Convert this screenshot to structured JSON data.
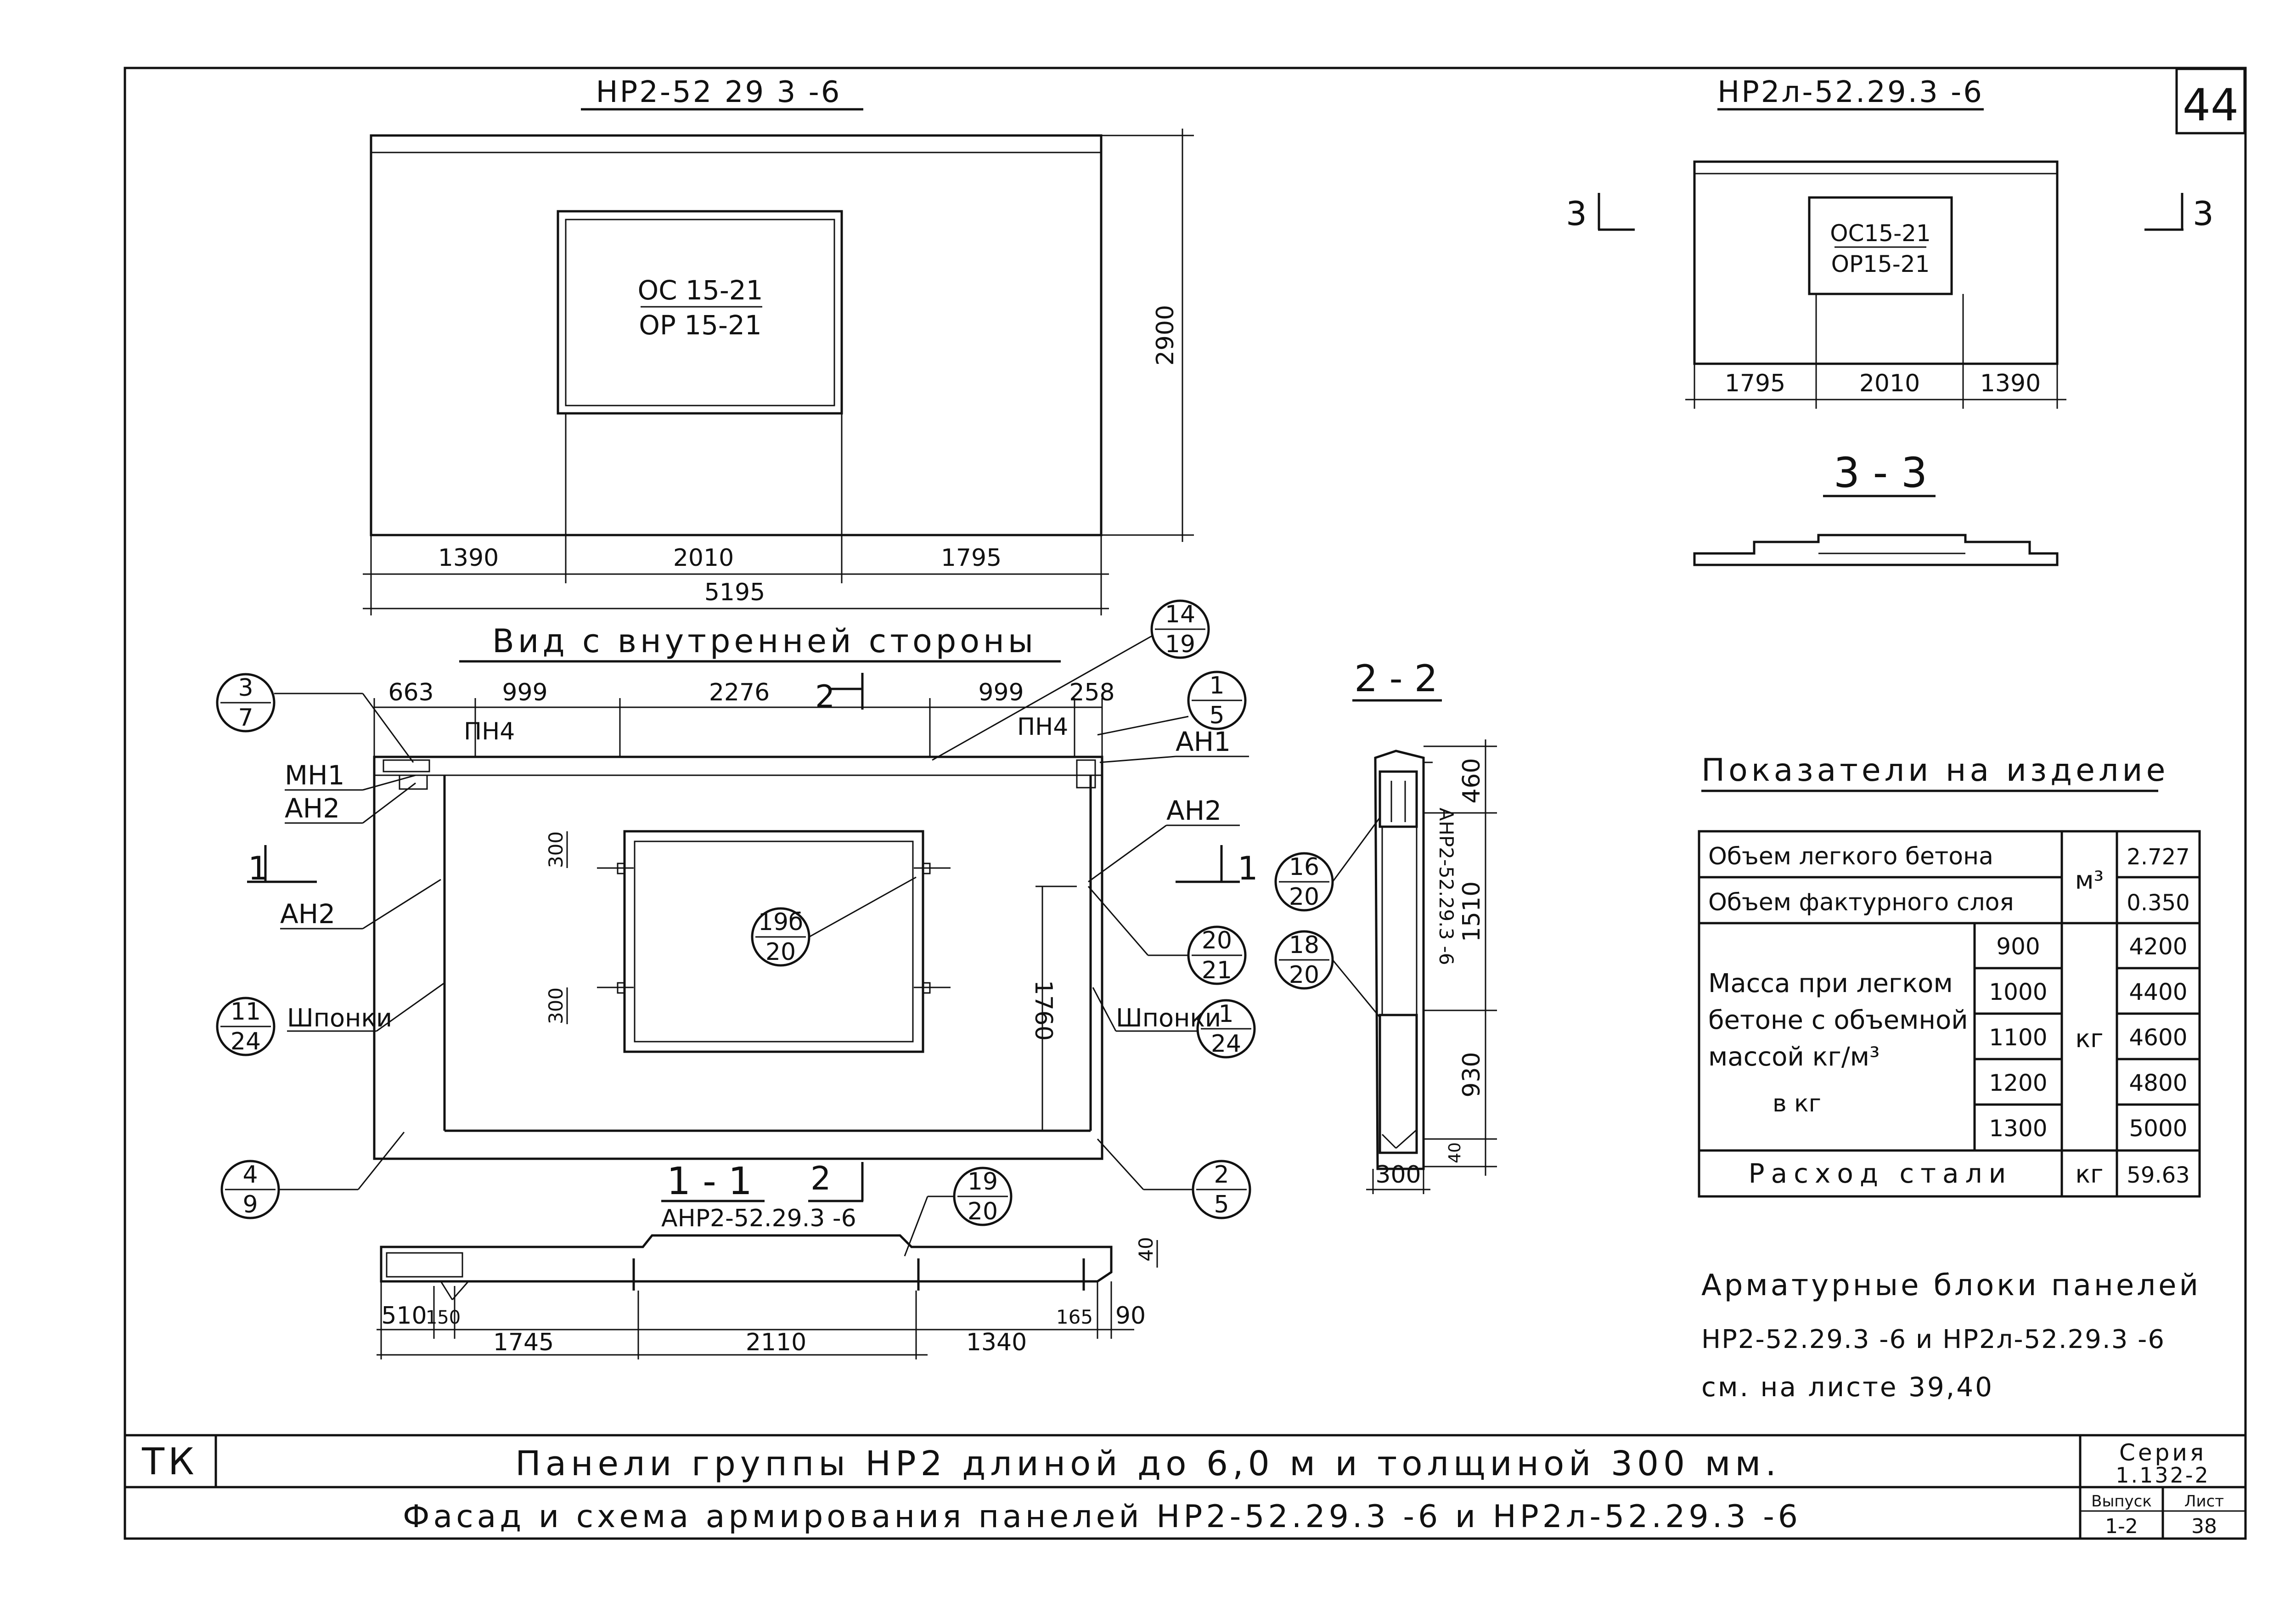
{
  "sheet_number": "44",
  "facade_left": {
    "title": "НР2-52 29 3 -6",
    "opening_mark_top": "ОС 15-21",
    "opening_mark_bottom": "ОР 15-21",
    "height_dim": "2900",
    "dims_bottom": [
      "1390",
      "2010",
      "1795"
    ],
    "total_dim": "5195"
  },
  "facade_right": {
    "title": "НР2л-52.29.3 -6",
    "opening_mark_top": "ОС15-21",
    "opening_mark_bottom": "ОР15-21",
    "section_mark_left": "3",
    "section_mark_right": "3",
    "dims_bottom": [
      "1795",
      "2010",
      "1390"
    ]
  },
  "section_33": {
    "title": "3 - 3"
  },
  "inside_view": {
    "title": "Вид с внутренней стороны",
    "dims_top": [
      "663",
      "999",
      "2276",
      "999",
      "258"
    ],
    "section_mark_2": "2",
    "pn_left": "ПН4",
    "pn_right": "ПН4",
    "label_mn1": "МН1",
    "label_an2_a": "АН2",
    "label_an2_b": "АН2",
    "label_an2_c": "АН2",
    "label_an1": "АН1",
    "label_shponki_left": "Шпонки",
    "label_shponki_right": "Шпонки",
    "section_mark_1_left": "1",
    "section_mark_1_right": "1",
    "dim_300_top": "300",
    "dim_300_bottom": "300",
    "dim_1760": "1760",
    "callouts": [
      {
        "top": "3",
        "bottom": "7"
      },
      {
        "top": "14",
        "bottom": "19"
      },
      {
        "top": "1",
        "bottom": "5"
      },
      {
        "top": "11",
        "bottom": "24"
      },
      {
        "top": "19б",
        "bottom": "20"
      },
      {
        "top": "20",
        "bottom": "21"
      },
      {
        "top": "1",
        "bottom": "24"
      },
      {
        "top": "4",
        "bottom": "9"
      },
      {
        "top": "2",
        "bottom": "5"
      }
    ]
  },
  "section_11": {
    "title": "1 - 1",
    "section_mark_2": "2",
    "block_label": "АНР2-52.29.3 -6",
    "callout": {
      "top": "19",
      "bottom": "20"
    },
    "dim_40": "40",
    "dims_bottom": [
      "510",
      "150",
      "1745",
      "2110",
      "1340",
      "165",
      "90"
    ]
  },
  "section_22": {
    "title": "2 - 2",
    "block_label": "АНР2-52.29.3 -6",
    "callouts": [
      {
        "top": "16",
        "bottom": "20"
      },
      {
        "top": "18",
        "bottom": "20"
      }
    ],
    "dims_right": [
      "460",
      "1510",
      "930",
      "40"
    ],
    "dim_width": "300"
  },
  "indicators": {
    "title": "Показатели на изделие",
    "rows": [
      {
        "label": "Объем легкого бетона",
        "unit": "м³",
        "value": "2.727"
      },
      {
        "label": "Объем фактурного слоя",
        "unit": "",
        "value": "0.350"
      }
    ],
    "mass_label_lines": [
      "Масса при легком",
      "бетоне с объемной",
      "массой кг/м³",
      "в кг"
    ],
    "mass_unit": "кг",
    "mass_rows": [
      {
        "density": "900",
        "value": "4200"
      },
      {
        "density": "1000",
        "value": "4400"
      },
      {
        "density": "1100",
        "value": "4600"
      },
      {
        "density": "1200",
        "value": "4800"
      },
      {
        "density": "1300",
        "value": "5000"
      }
    ],
    "steel_label": "Расход стали",
    "steel_unit": "кг",
    "steel_value": "59.63"
  },
  "note_lines": [
    "Арматурные блоки панелей",
    "НР2-52.29.3 -6 и НР2л-52.29.3 -6",
    "см. на листе 39,40"
  ],
  "title_block": {
    "code": "ТК",
    "line1": "Панели группы НР2 длиной до 6,0 м и толщиной 300 мм.",
    "line2": "Фасад и схема армирования панелей НР2-52.29.3 -6 и НР2л-52.29.3 -6",
    "series_label": "Серия",
    "series_value": "1.132-2",
    "issue_label": "Выпуск",
    "issue_value": "1-2",
    "sheet_label": "Лист",
    "sheet_value": "38"
  }
}
